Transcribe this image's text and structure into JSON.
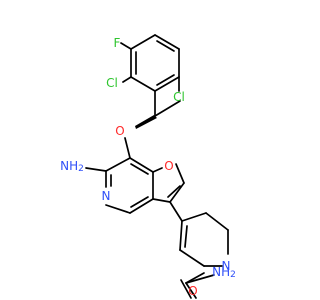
{
  "molecule": {
    "atoms": {
      "fluorine": {
        "text": "F",
        "color": "#2ec52e"
      },
      "chlorine_ortho": {
        "text": "Cl",
        "color": "#2ec52e"
      },
      "chlorine_ortho_right": {
        "text": "Cl",
        "color": "#2ec52e"
      },
      "ether_oxygen": {
        "text": "O",
        "color": "#ff2a2a"
      },
      "furan_oxygen": {
        "text": "O",
        "color": "#ff2a2a"
      },
      "amine": {
        "text": "NH",
        "subscript": "2",
        "color": "#3050f8"
      },
      "pyridine_nitrogen": {
        "text": "N",
        "color": "#3050f8"
      },
      "ring_nitrogen": {
        "text": "N",
        "color": "#3050f8"
      },
      "amide_nitrogen": {
        "text": "NH",
        "subscript": "2",
        "color": "#3050f8"
      },
      "carbonyl_oxygen": {
        "text": "O",
        "color": "#ff2a2a"
      }
    }
  }
}
